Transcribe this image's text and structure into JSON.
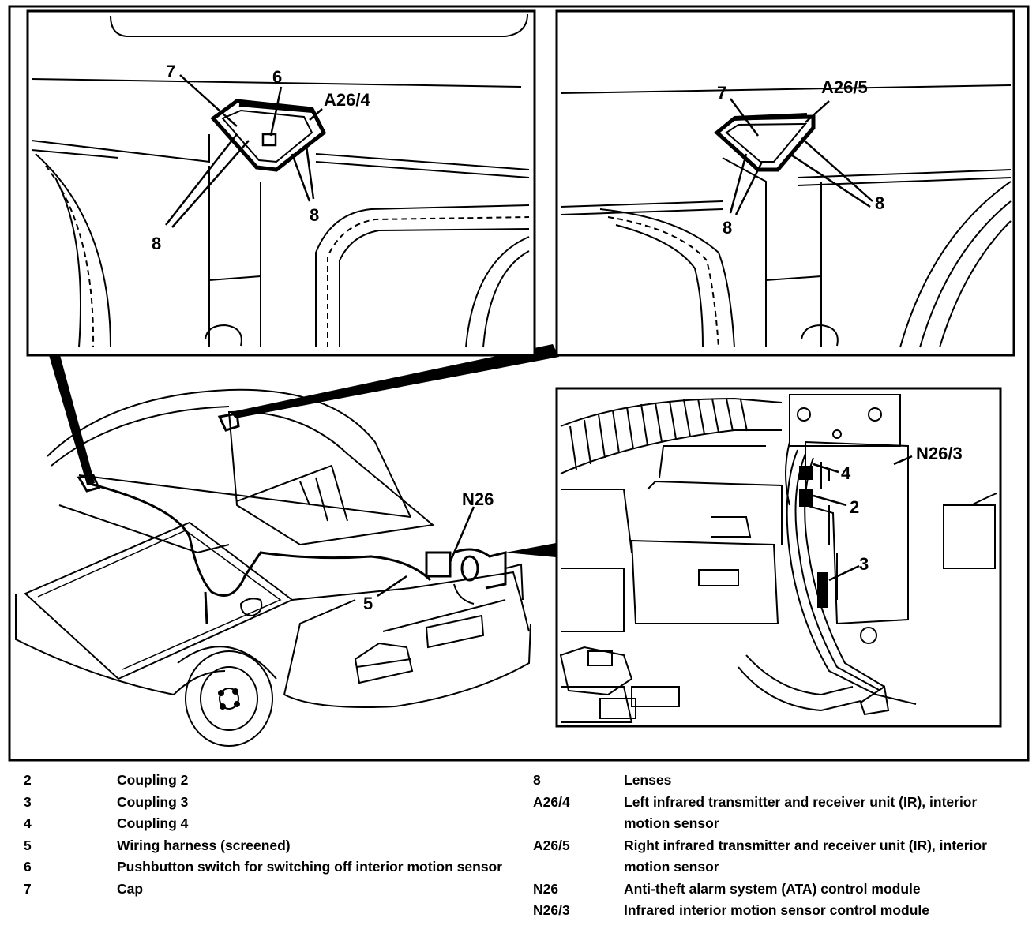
{
  "callouts": {
    "left_panel": {
      "item7": "7",
      "item6": "6",
      "a26_4": "A26/4",
      "item8_left": "8",
      "item8_right": "8"
    },
    "right_panel": {
      "item7": "7",
      "a26_5": "A26/5",
      "item8_left": "8",
      "item8_right": "8"
    },
    "car": {
      "n26": "N26",
      "item5": "5"
    },
    "module_panel": {
      "n26_3": "N26/3",
      "item4": "4",
      "item2": "2",
      "item3": "3"
    }
  },
  "legend_left": [
    {
      "code": "2",
      "desc": "Coupling 2"
    },
    {
      "code": "3",
      "desc": "Coupling 3"
    },
    {
      "code": "4",
      "desc": "Coupling 4"
    },
    {
      "code": "5",
      "desc": "Wiring harness (screened)"
    },
    {
      "code": "6",
      "desc": "Pushbutton switch for switching off interior motion sensor"
    },
    {
      "code": "7",
      "desc": "Cap"
    }
  ],
  "legend_right": [
    {
      "code": "8",
      "desc": "Lenses"
    },
    {
      "code": "A26/4",
      "desc": "Left infrared transmitter and receiver unit (IR), interior motion sensor"
    },
    {
      "code": "A26/5",
      "desc": "Right infrared transmitter and receiver unit (IR), interior motion sensor"
    },
    {
      "code": "N26",
      "desc": "Anti-theft alarm system (ATA) control module"
    },
    {
      "code": "N26/3",
      "desc": "Infrared interior motion sensor control module"
    }
  ]
}
